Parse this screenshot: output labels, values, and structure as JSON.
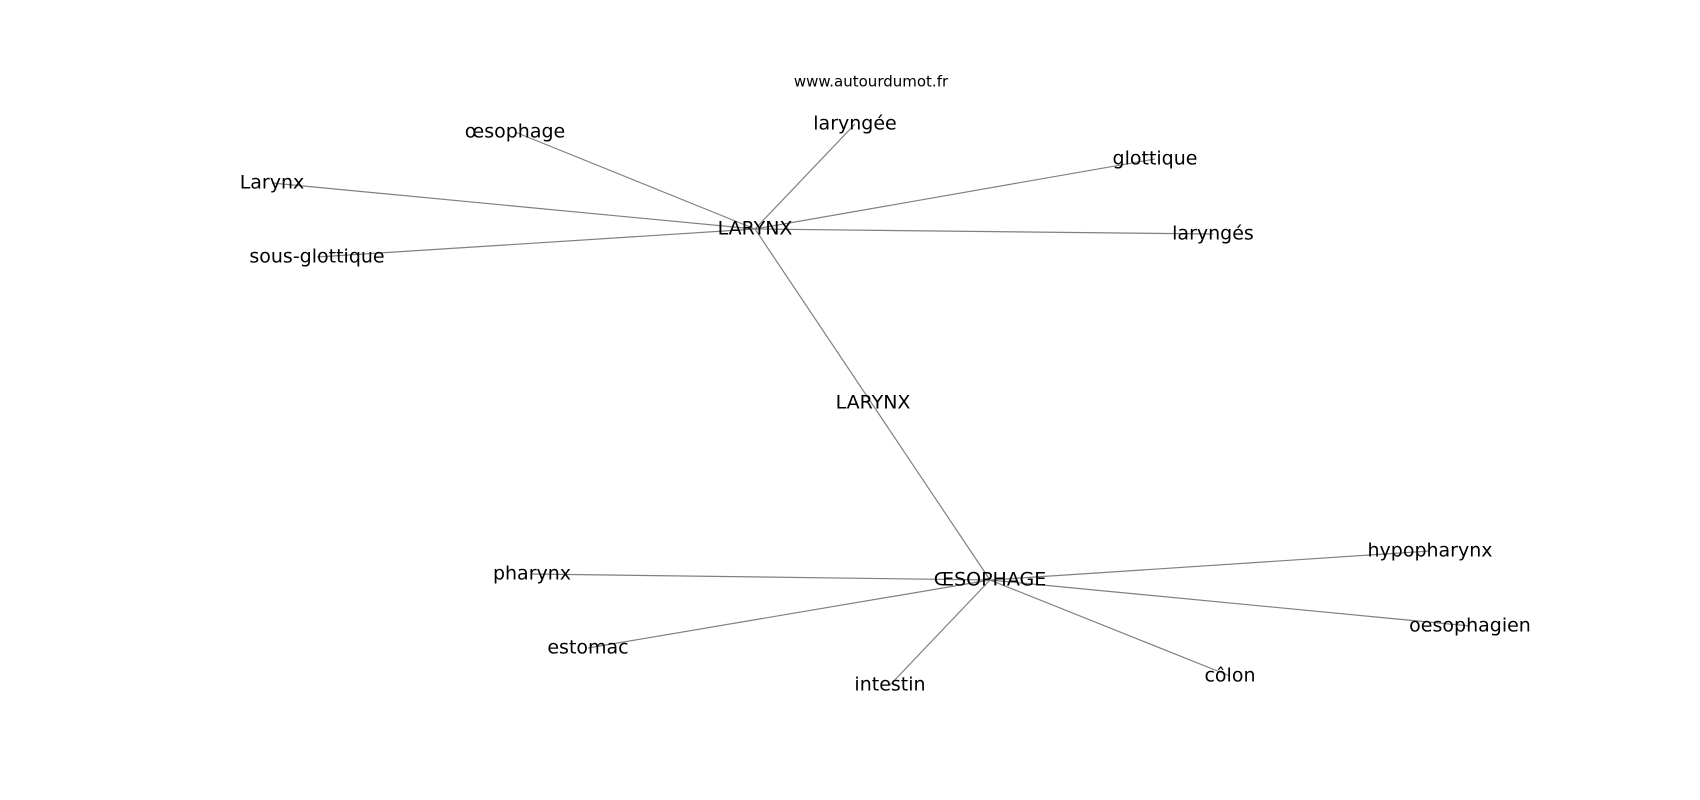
{
  "watermark": "www.autourdumot.fr",
  "hubs": [
    {
      "id": "larynx_hub",
      "label": "LARYNX"
    },
    {
      "id": "oesophage_hub",
      "label": "ŒSOPHAGE"
    }
  ],
  "hub_link": {
    "from": "larynx_hub",
    "to": "oesophage_hub",
    "label": "LARYNX"
  },
  "neighbors": [
    {
      "id": "n-oesophage",
      "label": "œsophage",
      "hub": "larynx_hub"
    },
    {
      "id": "n-laryngee",
      "label": "laryngée",
      "hub": "larynx_hub"
    },
    {
      "id": "n-glottique",
      "label": "glottique",
      "hub": "larynx_hub"
    },
    {
      "id": "n-Larynx",
      "label": "Larynx",
      "hub": "larynx_hub"
    },
    {
      "id": "n-sous-glottique",
      "label": "sous-glottique",
      "hub": "larynx_hub"
    },
    {
      "id": "n-larynges",
      "label": "laryngés",
      "hub": "larynx_hub"
    },
    {
      "id": "n-pharynx",
      "label": "pharynx",
      "hub": "oesophage_hub"
    },
    {
      "id": "n-estomac",
      "label": "estomac",
      "hub": "oesophage_hub"
    },
    {
      "id": "n-intestin",
      "label": "intestin",
      "hub": "oesophage_hub"
    },
    {
      "id": "n-colon",
      "label": "côlon",
      "hub": "oesophage_hub"
    },
    {
      "id": "n-hypopharynx",
      "label": "hypopharynx",
      "hub": "oesophage_hub"
    },
    {
      "id": "n-oesophagien",
      "label": "oesophagien",
      "hub": "oesophage_hub"
    }
  ]
}
